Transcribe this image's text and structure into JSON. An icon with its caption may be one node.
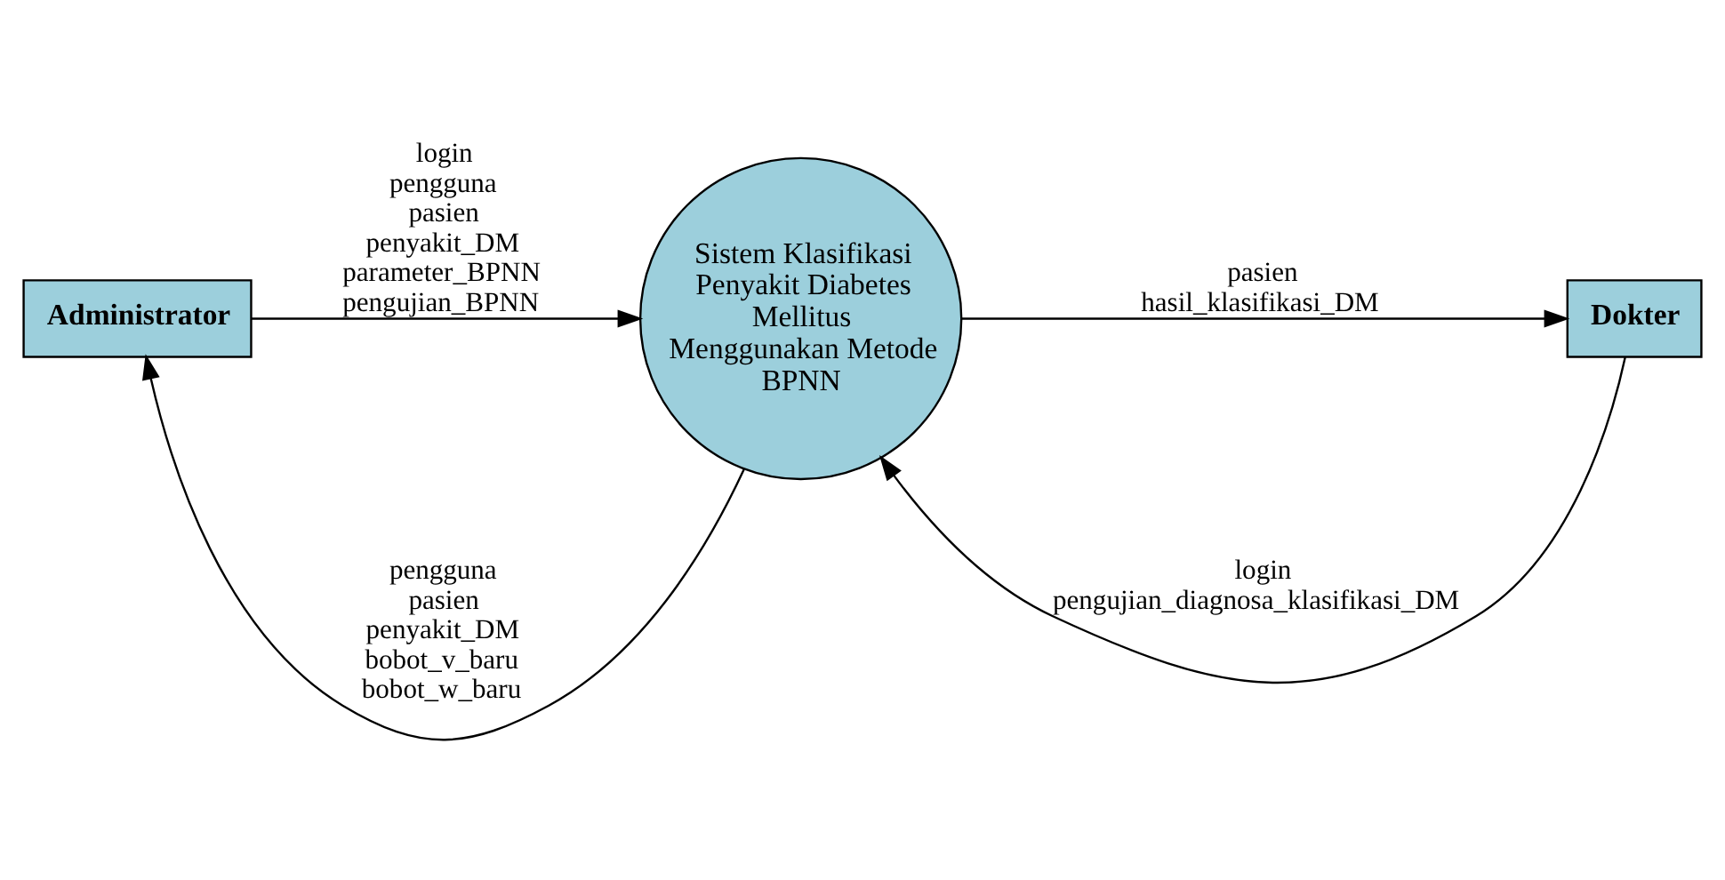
{
  "diagram": {
    "nodes": [
      {
        "text": [
          "Administrator"
        ]
      },
      {
        "text": [
          "Sistem Klasifikasi Penyakit Diabetes Mellitus Menggunakan Metode BPNN"
        ]
      },
      {
        "text": [
          "Dokter"
        ]
      }
    ],
    "edges": [
      {
        "from": 1,
        "to": 0,
        "arrow": "to",
        "label": "pengguna pasien penyakit_DM bobot_v_baru bobot_w_baru"
      },
      {
        "from": 0,
        "to": 1,
        "arrow": "to",
        "label": "login pengguna pasien penyakit_DM parameter_BPNN pengujian_BPNN"
      },
      {
        "from": 1,
        "to": 2,
        "arrow": "to",
        "label": "pasien hasil_klasifikasi_DM"
      },
      {
        "from": 2,
        "to": 1,
        "arrow": "to",
        "label": "login pengujian_diagnosa_klasifikasi_DM"
      }
    ]
  }
}
